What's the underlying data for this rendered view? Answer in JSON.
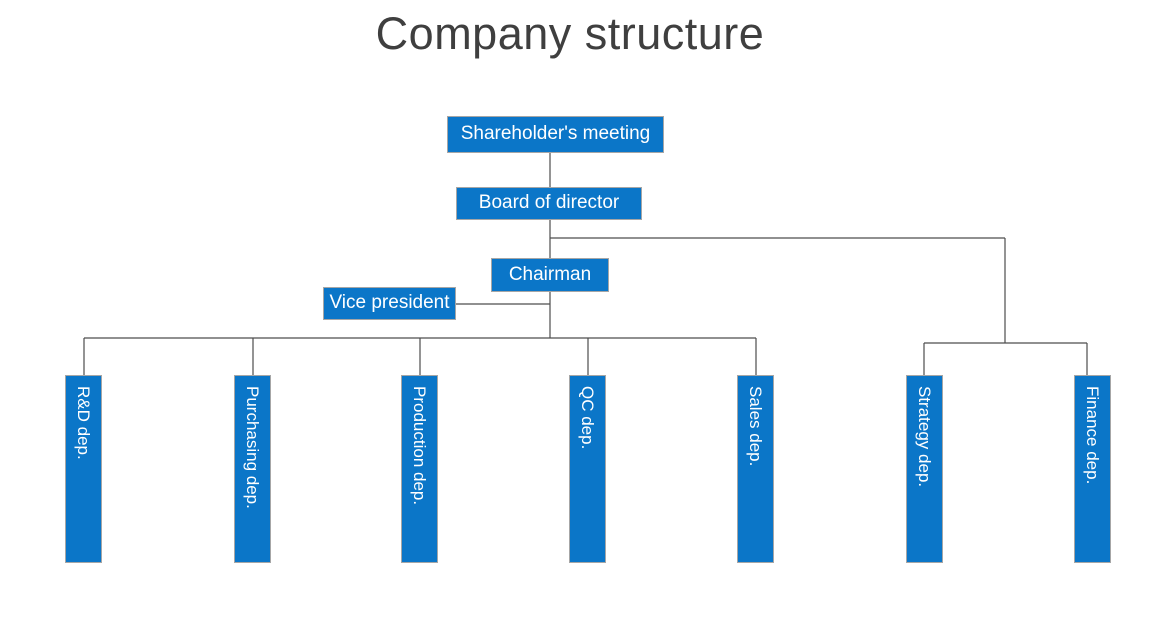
{
  "title": "Company structure",
  "colors": {
    "node_fill": "#0b76c8",
    "node_border": "#a6a6a6",
    "connector": "#4d4d4d",
    "title_text": "#3f3f3f",
    "node_text": "#ffffff"
  },
  "nodes": {
    "shareholders": {
      "label": "Shareholder's meeting"
    },
    "board": {
      "label": "Board of director"
    },
    "chairman": {
      "label": "Chairman"
    },
    "vice_president": {
      "label": "Vice president"
    },
    "departments": [
      {
        "label": "R&D dep."
      },
      {
        "label": "Purchasing dep."
      },
      {
        "label": "Production dep."
      },
      {
        "label": "QC dep."
      },
      {
        "label": "Sales dep."
      },
      {
        "label": "Strategy dep."
      },
      {
        "label": "Finance dep."
      }
    ]
  },
  "hierarchy_note": "Shareholder's meeting > Board of director > Chairman (Vice president attached); left branch: R&D, Purchasing, Production, QC, Sales; right branch: Strategy, Finance"
}
